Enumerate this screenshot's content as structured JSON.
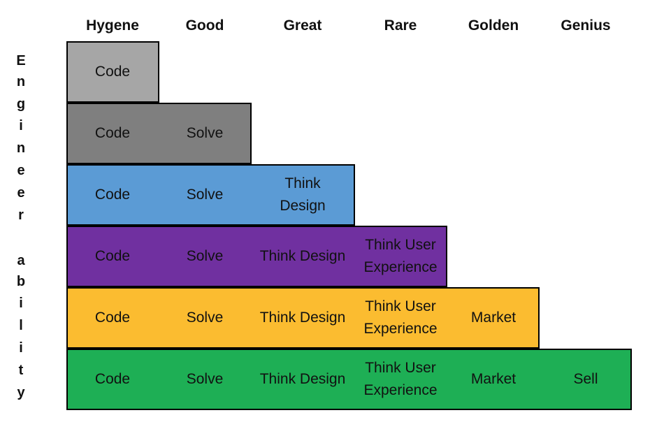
{
  "columns": [
    "Hygene",
    "Good",
    "Great",
    "Rare",
    "Golden",
    "Genius"
  ],
  "vertical_label": "Engineer ability",
  "tiers": [
    {
      "color": "#a6a6a6",
      "skills": [
        "Code"
      ]
    },
    {
      "color": "#7f7f7f",
      "skills": [
        "Code",
        "Solve"
      ]
    },
    {
      "color": "#5b9bd5",
      "skills": [
        "Code",
        "Solve",
        "Think Design"
      ]
    },
    {
      "color": "#7030a0",
      "skills": [
        "Code",
        "Solve",
        "Think Design",
        "Think User\nExperience"
      ]
    },
    {
      "color": "#fbbc30",
      "skills": [
        "Code",
        "Solve",
        "Think Design",
        "Think User\nExperience",
        "Market"
      ]
    },
    {
      "color": "#1eaf55",
      "skills": [
        "Code",
        "Solve",
        "Think Design",
        "Think User\nExperience",
        "Market",
        "Sell"
      ]
    }
  ]
}
